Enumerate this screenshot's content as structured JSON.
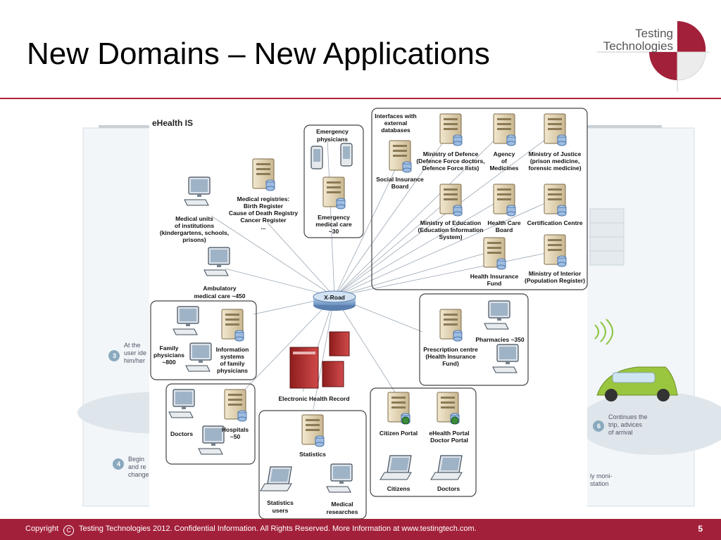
{
  "slide": {
    "title": "New Domains – New Applications",
    "page_number": "5"
  },
  "logo": {
    "line1": "Testing",
    "line2": "Technologies",
    "accent_color": "#a3203a"
  },
  "footer": {
    "copyright_label": "Copyright",
    "copyright_symbol": "C",
    "text": "Testing Technologies 2012. Confidential Information. All Rights Reserved. More Information at www.testingtech.com."
  },
  "background_poster": {
    "step3": [
      "At the",
      "user ide",
      "him/her"
    ],
    "step4": [
      "Begin",
      "and re",
      "change"
    ],
    "step6": [
      "Continues the",
      "trip, advices",
      "of arrival"
    ],
    "right_caption": [
      "ly moni-",
      "station"
    ]
  },
  "diagram": {
    "title": "eHealth IS",
    "hub": "X-Road",
    "nodes": {
      "emergency_physicians": [
        "Emergency",
        "physicians"
      ],
      "emergency_care": [
        "Emergency",
        "medical care",
        "~30"
      ],
      "medical_registries": [
        "Medical registries:",
        "Birth Register",
        "Cause of Death Registry",
        "Cancer Register",
        "..."
      ],
      "medical_units": [
        "Medical units",
        "of institutions",
        "(kindergartens, schools,",
        "prisons)"
      ],
      "ambulatory": [
        "Ambulatory",
        "medical care ~450"
      ],
      "family_physicians": [
        "Family",
        "physicians",
        "~800"
      ],
      "information_systems": [
        "Information",
        "systems",
        "of family",
        "physicians"
      ],
      "doctors_left": [
        "Doctors"
      ],
      "hospitals": [
        "Hospitals",
        "~50"
      ],
      "ehr": [
        "Electronic Health Record"
      ],
      "statistics": [
        "Statistics"
      ],
      "statistics_users": [
        "Statistics",
        "users"
      ],
      "medical_researches": [
        "Medical",
        "researches"
      ],
      "external_interfaces": [
        "Interfaces with",
        "external",
        "databases"
      ],
      "social_insurance": [
        "Social Insurance",
        "Board"
      ],
      "ministry_defence": [
        "Ministry of Defence",
        "(Defence Force doctors,",
        "Defence Force lists)"
      ],
      "agency_medicines": [
        "Agency",
        "of",
        "Medicines"
      ],
      "ministry_justice": [
        "Ministry of Justice",
        "(prison medicine,",
        "forensic medicine)"
      ],
      "ministry_education": [
        "Ministry of Education",
        "(Education Information",
        "System)"
      ],
      "health_care_board": [
        "Health Care",
        "Board"
      ],
      "certification_centre": [
        "Certification Centre"
      ],
      "health_insurance": [
        "Health Insurance",
        "Fund"
      ],
      "ministry_interior": [
        "Ministry of Interior",
        "(Population Register)"
      ],
      "pharmacies": [
        "Pharmacies ~350"
      ],
      "prescription_centre": [
        "Prescription centre",
        "(Health Insurance",
        "Fund)"
      ],
      "citizen_portal": [
        "Citizen Portal"
      ],
      "ehealth_portal": [
        "eHealth Portal",
        "Doctor Portal"
      ],
      "citizens": [
        "Citizens"
      ],
      "doctors_right": [
        "Doctors"
      ]
    }
  }
}
